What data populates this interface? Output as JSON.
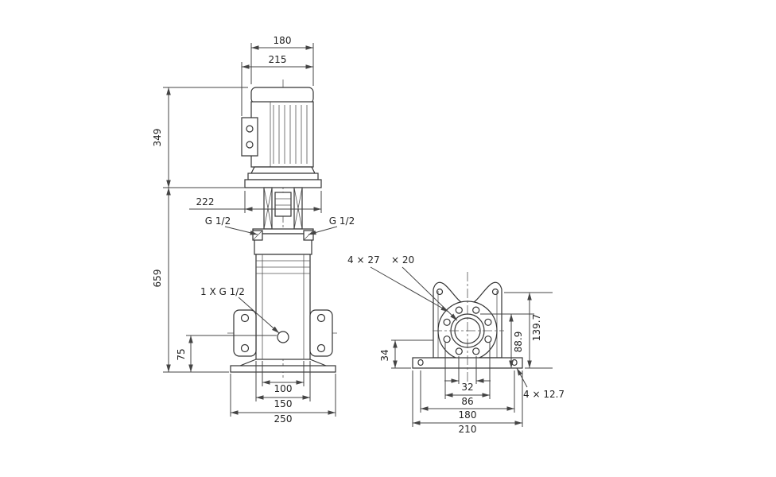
{
  "front_view": {
    "top_width_inner": "180",
    "top_width_outer": "215",
    "motor_height": "349",
    "body_height": "659",
    "stool_width": "222",
    "port_left_label": "G 1/2",
    "port_right_label": "G 1/2",
    "drain_label": "1 X G 1/2",
    "drain_height": "75",
    "bottom_dim_inner": "100",
    "bottom_dim_mid": "150",
    "bottom_dim_outer": "250"
  },
  "end_view": {
    "hole_note_1": "4 × 27",
    "hole_note_2": "× 20",
    "base_offset": "34",
    "flange_face_height": "88.9",
    "flange_top_height": "139.7",
    "bottom_dim_inner": "32",
    "bottom_dim_mid": "86",
    "bottom_dim_holes": "180",
    "bottom_dim_outer": "210",
    "base_hole_note": "4 × 12.7"
  }
}
